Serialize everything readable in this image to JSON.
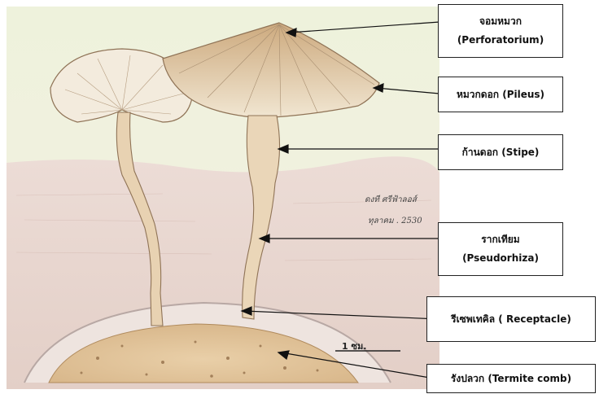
{
  "labels": [
    {
      "key": "perforatorium",
      "thai": "จอมหมวก",
      "latin": "(Perforatorium)"
    },
    {
      "key": "pileus",
      "thai": "หมวกดอก (Pileus)",
      "latin": ""
    },
    {
      "key": "stipe",
      "thai": "ก้านดอก (Stipe)",
      "latin": ""
    },
    {
      "key": "pseudorhiza",
      "thai": "รากเทียม",
      "latin": "(Pseudorhiza)"
    },
    {
      "key": "receptacle",
      "thai": "รีเซพเทคิล ( Receptacle)",
      "latin": ""
    },
    {
      "key": "termite_comb",
      "thai": "รังปลวก (Termite comb)",
      "latin": ""
    }
  ],
  "scale_label": "1 ซม.",
  "signature": {
    "line1": "ดงที  ศรีฟ้าลอส์",
    "line2": "ทุลาคม . 2530"
  }
}
